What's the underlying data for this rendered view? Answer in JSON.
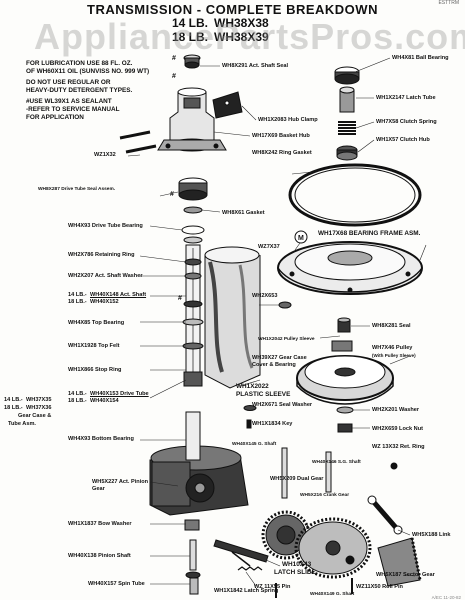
{
  "title": "TRANSMISSION - COMPLETE BREAKDOWN",
  "models": [
    {
      "size": "14 LB.",
      "model": "WH38X38"
    },
    {
      "size": "18 LB.",
      "model": "WH38X39"
    }
  ],
  "watermark": "AppliancePartsPros.com",
  "notes": [
    "FOR LUBRICATION USE 88 FL. OZ.",
    "OF WH60X11 OIL (SUNVISS NO. 999 WT)",
    "DO NOT USE REGULAR OR",
    "HEAVY-DUTY DETERGENT TYPES.",
    "#USE WL39X1 AS SEALANT",
    "-REFER TO SERVICE MANUAL",
    "FOR APPLICATION"
  ],
  "parts": {
    "act_shaft_seal": "WH8X291 Act. Shaft Seal",
    "ball_bearing": "WH4X81 Ball Bearing",
    "latch_tube": "WH1X2147 Latch Tube",
    "clutch_spring": "WH7X58 Clutch Spring",
    "clutch_hub": "WH1X57 Clutch Hub",
    "hub_clamp": "WH1X2083 Hub Clamp",
    "basket_hub": "WH17X69 Basket Hub",
    "ring_gasket": "WH8X242 Ring Gasket",
    "screw_top": "WZ1X32",
    "drive_tube_seal": "WH8X287 Drive Tube Seal Assem.",
    "gasket": "WH8X61 Gasket",
    "drive_tube_bearing": "WH4X93 Drive Tube Bearing",
    "bearing_frame": "WH17X68 BEARING FRAME ASM.",
    "screw_frame": "WZ7X37",
    "retaining_ring": "WH2X786 Retaining Ring",
    "act_shaft_washer": "WH2X207 Act. Shaft Washer",
    "act_shaft_14": "WH40X148 Act. Shaft",
    "act_shaft_18": "WH40X152",
    "size_14": "14 LB.-",
    "size_18": "18 LB.-",
    "top_bearing": "WH4X85 Top Bearing",
    "top_felt": "WH1X1928 Top Felt",
    "stop_ring": "WH1X866 Stop Ring",
    "drive_tube_14": "WH40X153 Drive Tube",
    "drive_tube_18": "WH40X154",
    "washer_653": "WH2X653",
    "seal_281": "WH8X281 Seal",
    "pulley_sleeve": "WH1X2042 Pulley Sleeve",
    "pulley": "WH7X46 Pulley",
    "pulley_note": "(With Pulley Sleeve)",
    "gear_case_cover": "WH39X27 Gear Case Cover & Bearing",
    "plastic_sleeve_no": "WH1X2022",
    "plastic_sleeve": "PLASTIC SLEEVE",
    "seal_washer": "WH2X671 Seal Washer",
    "key": "WH1X1834 Key",
    "washer_201": "WH2X201 Washer",
    "lock_nut": "WH2X659 Lock Nut",
    "gear_case_14": "WH37X35",
    "gear_case_18": "WH37X36",
    "gear_case_name": "Gear Case &",
    "gear_case_tube": "Tube Asm.",
    "bottom_bearing": "WH4X93 Bottom Bearing",
    "gs_shaft_145": "WH40X145 G. Shaft",
    "ret_ring": "WZ 13X32 Ret. Ring",
    "sg_shaft_146": "WH40X146 S.G. Shaft",
    "pinion_gear": "WH5X227 Act. Pinion Gear",
    "dual_gear": "WH5X209 Dual Gear",
    "crank_gear": "WH5X216 Crank Gear",
    "link": "WH5X188 Link",
    "bow_washer": "WH1X1837 Bow Washer",
    "pinion_shaft": "WH40X138 Pinion Shaft",
    "sector_gear": "WH5X187 Sector Gear",
    "spin_tube": "WH40X157 Spin Tube",
    "latch_slide_no": "WH10X43",
    "latch_slide": "LATCH SLIDE",
    "latch_spring": "WH1X1842 Latch Spring",
    "pin": "WZ 11X55 Pin",
    "g_shaft_149": "WH40X149 G. Shaft",
    "roll_pin": "WZ11X50 Roll Pin",
    "marker_m": "M",
    "marker_hash": "#",
    "corner_mark": "ESTTRM",
    "footer_code": "A/EC 11-20-82"
  }
}
